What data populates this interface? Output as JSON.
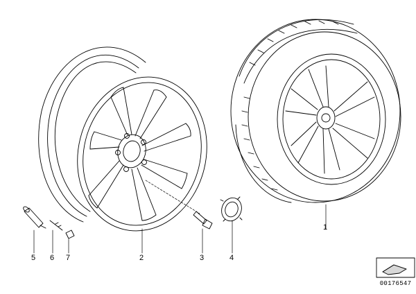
{
  "callouts": {
    "tire_wheel": "1",
    "rim": "2",
    "wheel_bolt": "3",
    "hub_cap": "4",
    "valve": "5",
    "valve_insert": "6",
    "valve_cap": "7"
  },
  "document_number": "00176547",
  "icons": {
    "navigation": "arrow-reference-icon"
  }
}
